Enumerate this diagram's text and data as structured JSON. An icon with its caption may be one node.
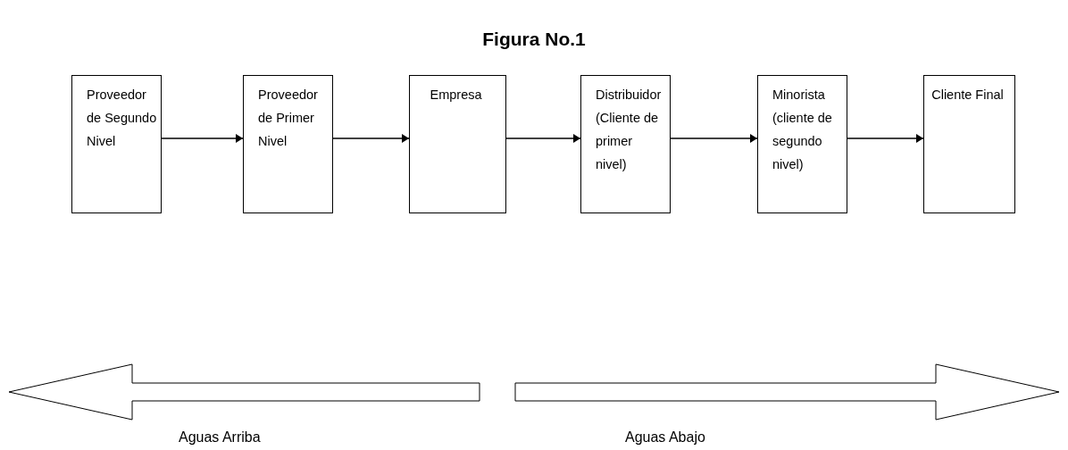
{
  "diagram": {
    "title": "Figura No.1",
    "nodes": [
      {
        "text": [
          "Proveedor de Segundo Nivel"
        ]
      },
      {
        "text": [
          "Proveedor de Primer Nivel"
        ]
      },
      {
        "text": [
          "Empresa"
        ]
      },
      {
        "text": [
          "Distribuidor (Cliente de primer nivel)"
        ]
      },
      {
        "text": [
          "Minorista (cliente de segundo nivel)"
        ]
      },
      {
        "text": [
          "Cliente Final"
        ]
      }
    ],
    "edges": [
      {
        "from": 0,
        "to": 1,
        "arrow": "to"
      },
      {
        "from": 1,
        "to": 2,
        "arrow": "to"
      },
      {
        "from": 2,
        "to": 3,
        "arrow": "to"
      },
      {
        "from": 3,
        "to": 4,
        "arrow": "to"
      },
      {
        "from": 4,
        "to": 5,
        "arrow": "to"
      }
    ],
    "labels": [
      "Aguas Arriba",
      "Aguas Abajo"
    ]
  }
}
